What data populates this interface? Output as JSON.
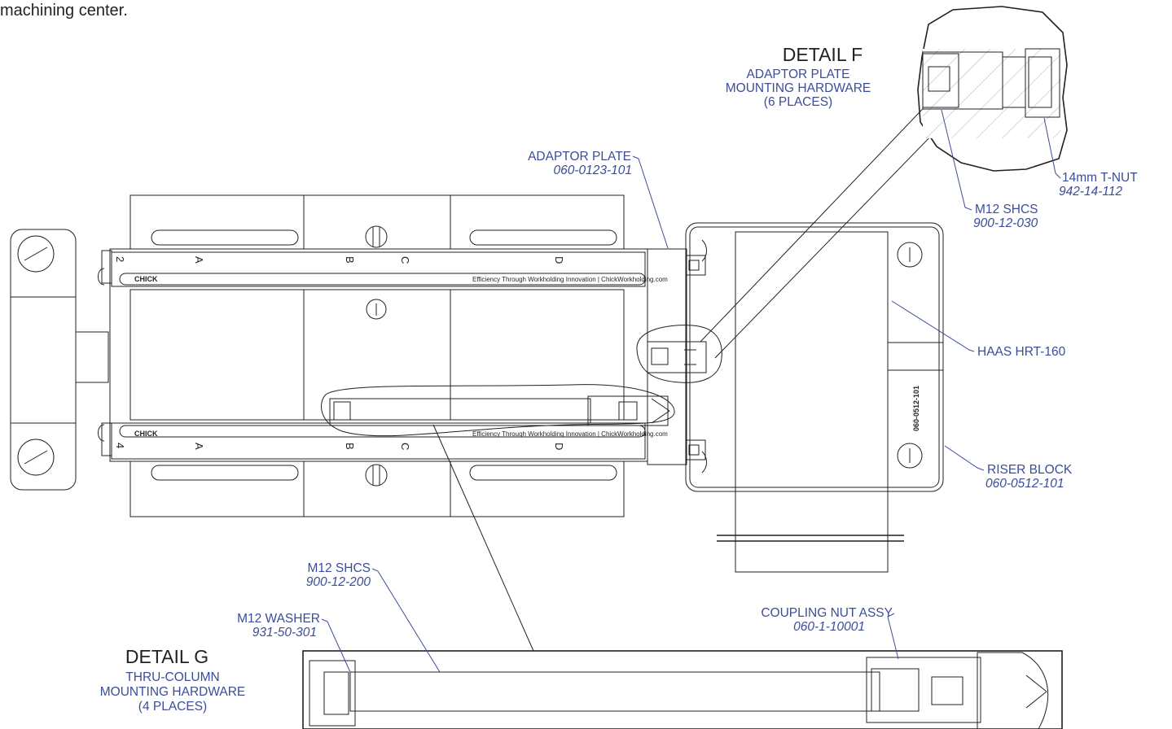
{
  "intro_text": "machining center.",
  "detail_f": {
    "title": "DETAIL  F",
    "subtitle_lines": [
      "ADAPTOR PLATE",
      "MOUNTING HARDWARE",
      "(6 PLACES)"
    ]
  },
  "detail_g": {
    "title": "DETAIL  G",
    "subtitle_lines": [
      "THRU-COLUMN",
      "MOUNTING HARDWARE",
      "(4 PLACES)"
    ]
  },
  "callouts": {
    "adaptor_plate": {
      "name": "ADAPTOR PLATE",
      "part": "060-0123-101"
    },
    "tnut": {
      "name": "14mm T-NUT",
      "part": "942-14-112"
    },
    "shcs_f": {
      "name": "M12 SHCS",
      "part": "900-12-030"
    },
    "haas": {
      "name": "HAAS HRT-160"
    },
    "riser": {
      "name": "RISER BLOCK",
      "part": "060-0512-101"
    },
    "shcs_g": {
      "name": "M12 SHCS",
      "part": "900-12-200"
    },
    "washer": {
      "name": "M12 WASHER",
      "part": "931-50-301"
    },
    "coupling": {
      "name": "COUPLING NUT ASSY",
      "part": "060-1-10001"
    }
  },
  "vise": {
    "brand": "CHICK",
    "rail_text": "Efficiency Through Workholding Innovation  |  ChickWorkholding.com",
    "top_numeral": "2",
    "bottom_numeral": "4",
    "station_letters": [
      "A",
      "B",
      "C",
      "D"
    ],
    "riser_part_text": "060-0512-101"
  }
}
